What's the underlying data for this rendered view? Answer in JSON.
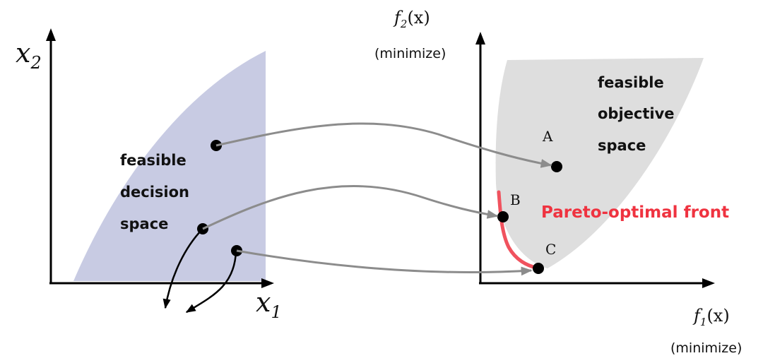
{
  "decision_space": {
    "x_axis_label": {
      "base": "x",
      "sub": "1"
    },
    "y_axis_label": {
      "base": "x",
      "sub": "2"
    },
    "region_label_lines": [
      "feasible",
      "decision",
      "space"
    ],
    "region_color": "#c8cbe3"
  },
  "objective_space": {
    "x_axis_label": {
      "func": "f",
      "sub": "1",
      "arg": "(x)"
    },
    "x_axis_note": "(minimize)",
    "y_axis_label": {
      "func": "f",
      "sub": "2",
      "arg": "(x)"
    },
    "y_axis_note": "(minimize)",
    "region_label_lines": [
      "feasible",
      "objective",
      "space"
    ],
    "region_color": "#dedede",
    "front_label": "Pareto-optimal front",
    "front_color": "#f0525e",
    "points": [
      {
        "label": "A"
      },
      {
        "label": "B"
      },
      {
        "label": "C"
      }
    ]
  },
  "mapping_arrow_color": "#8c8c8c"
}
